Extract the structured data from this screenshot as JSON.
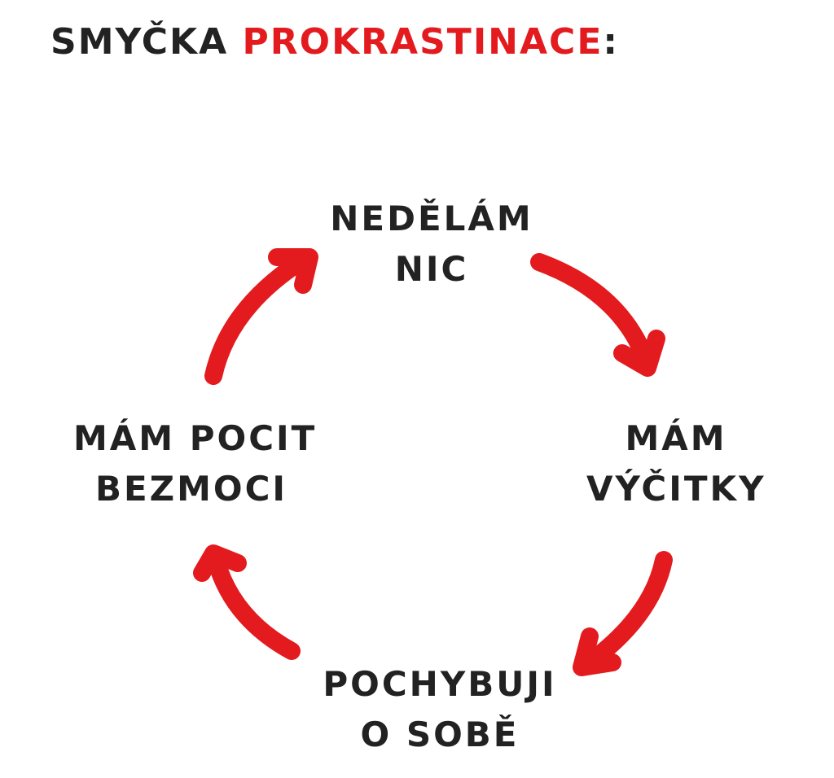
{
  "title": {
    "prefix": "SMYČKA",
    "highlight": "PROKRASTINACE",
    "suffix": ":"
  },
  "colors": {
    "accent": "#e31b1f",
    "text": "#222222",
    "background": "#ffffff"
  },
  "cycle": {
    "top": {
      "line1": "NEDĚLÁM",
      "line2": "NIC"
    },
    "right": {
      "line1": "MÁM",
      "line2": "VÝČITKY"
    },
    "bottom": {
      "line1": "POCHYBUJI",
      "line2": "O SOBĚ"
    },
    "left": {
      "line1": "MÁM POCIT",
      "line2": "BEZMOCI"
    }
  },
  "arrows": [
    {
      "from": "top",
      "to": "right",
      "direction": "clockwise"
    },
    {
      "from": "right",
      "to": "bottom",
      "direction": "clockwise"
    },
    {
      "from": "bottom",
      "to": "left",
      "direction": "clockwise"
    },
    {
      "from": "left",
      "to": "top",
      "direction": "clockwise"
    }
  ]
}
